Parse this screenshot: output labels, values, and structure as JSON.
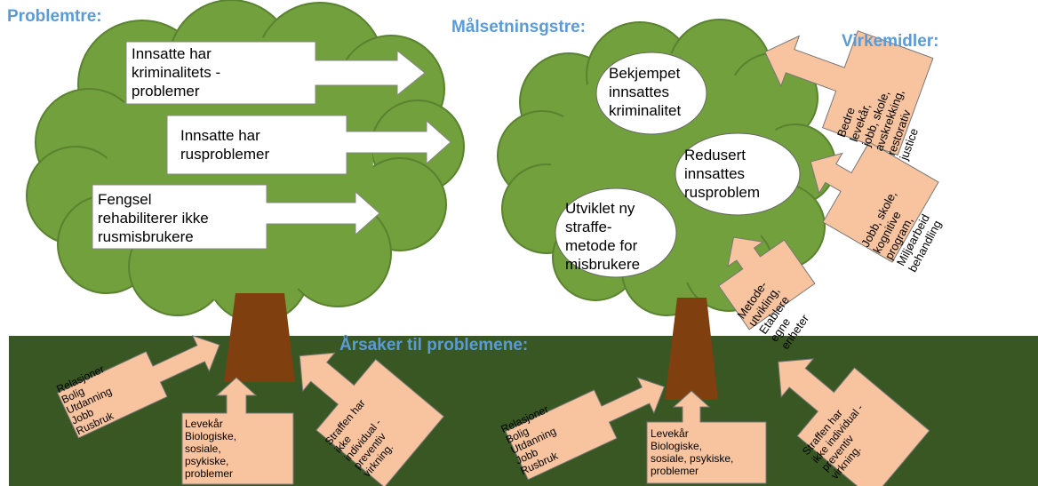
{
  "headings": {
    "problem_tree": "Problemtre:",
    "goal_tree": "Målsetninsgstre:",
    "means": "Virkemidler:",
    "causes": "Årsaker til problemene:"
  },
  "problems": [
    {
      "text": "Innsatte har\nkriminalitets -\nproblemer"
    },
    {
      "text": "Innsatte har\nrusproblemer"
    },
    {
      "text": "Fengsel\nrehabiliterer ikke\nrusmisbrukere"
    }
  ],
  "goals": [
    {
      "text": "Bekjempet\ninnsattes\nkriminalitet"
    },
    {
      "text": "Redusert\ninnsattes\nrusproblem"
    },
    {
      "text": "Utviklet ny\nstraffe-\nmetode for\nmisbrukere"
    }
  ],
  "means": [
    {
      "text": "Bedre\nlevekår,\njobb, skole,\navskrekking,\nrestorativ\njustice"
    },
    {
      "text": "Jobb, skole,\nkognitive\nprogram,\nMiljøarbeid\nbehandling"
    },
    {
      "text": "Metode-\nutvikling,\nEtablere\negne\nenheter"
    }
  ],
  "causes_left": [
    {
      "text": "Relasjoner\nBolig\nUtdanning\nJobb\nRusbruk"
    },
    {
      "text": "Levekår\nBiologiske,\nsosiale,\npsykiske,\nproblemer"
    },
    {
      "text": "Straffen har\nikke\nindividual -\npreventiv\nvirkning."
    }
  ],
  "causes_right": [
    {
      "text": "Relasjoner\nBolig\nUtdanning\nJobb\nRusbruk"
    },
    {
      "text": "Levekår\nBiologiske,\nsosiale, psykiske,\nproblemer"
    },
    {
      "text": "Straffen har\nikke individual -\npreventiv\nvirkning."
    }
  ],
  "colors": {
    "ground": "#385723",
    "foliage": "#71a03c",
    "foliage_stroke": "#5a8230",
    "trunk": "#7f3f0f",
    "peach": "#f8c4a0",
    "heading": "#5b9bd5"
  }
}
